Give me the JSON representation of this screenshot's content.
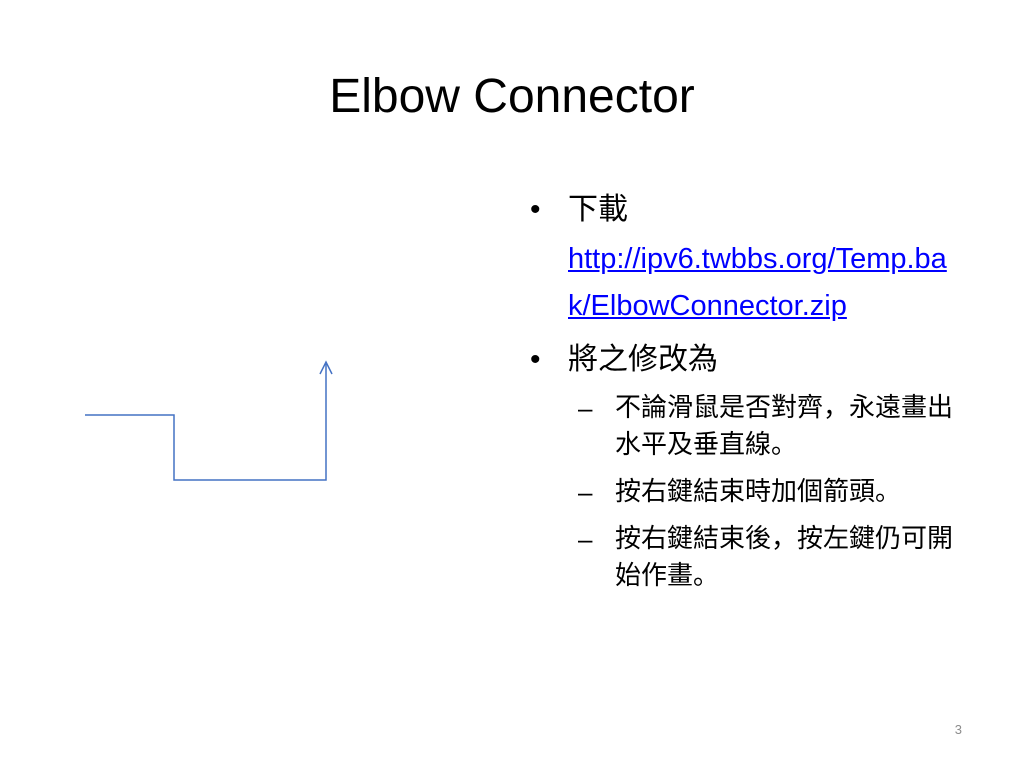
{
  "slide": {
    "title": "Elbow Connector",
    "page_number": "3"
  },
  "bullets": [
    {
      "text": "下載",
      "link": "http://ipv6.twbbs.org/Temp.bak/ElbowConnector.zip"
    },
    {
      "text": "將之修改為",
      "sub_items": [
        "不論滑鼠是否對齊，永遠畫出水平及垂直線。",
        "按右鍵結束時加個箭頭。",
        "按右鍵結束後，按左鍵仍可開始作畫。"
      ]
    }
  ],
  "diagram": {
    "line_color": "#4472c4"
  },
  "colors": {
    "link": "#0000ff",
    "page_number": "#8c8c8c"
  }
}
